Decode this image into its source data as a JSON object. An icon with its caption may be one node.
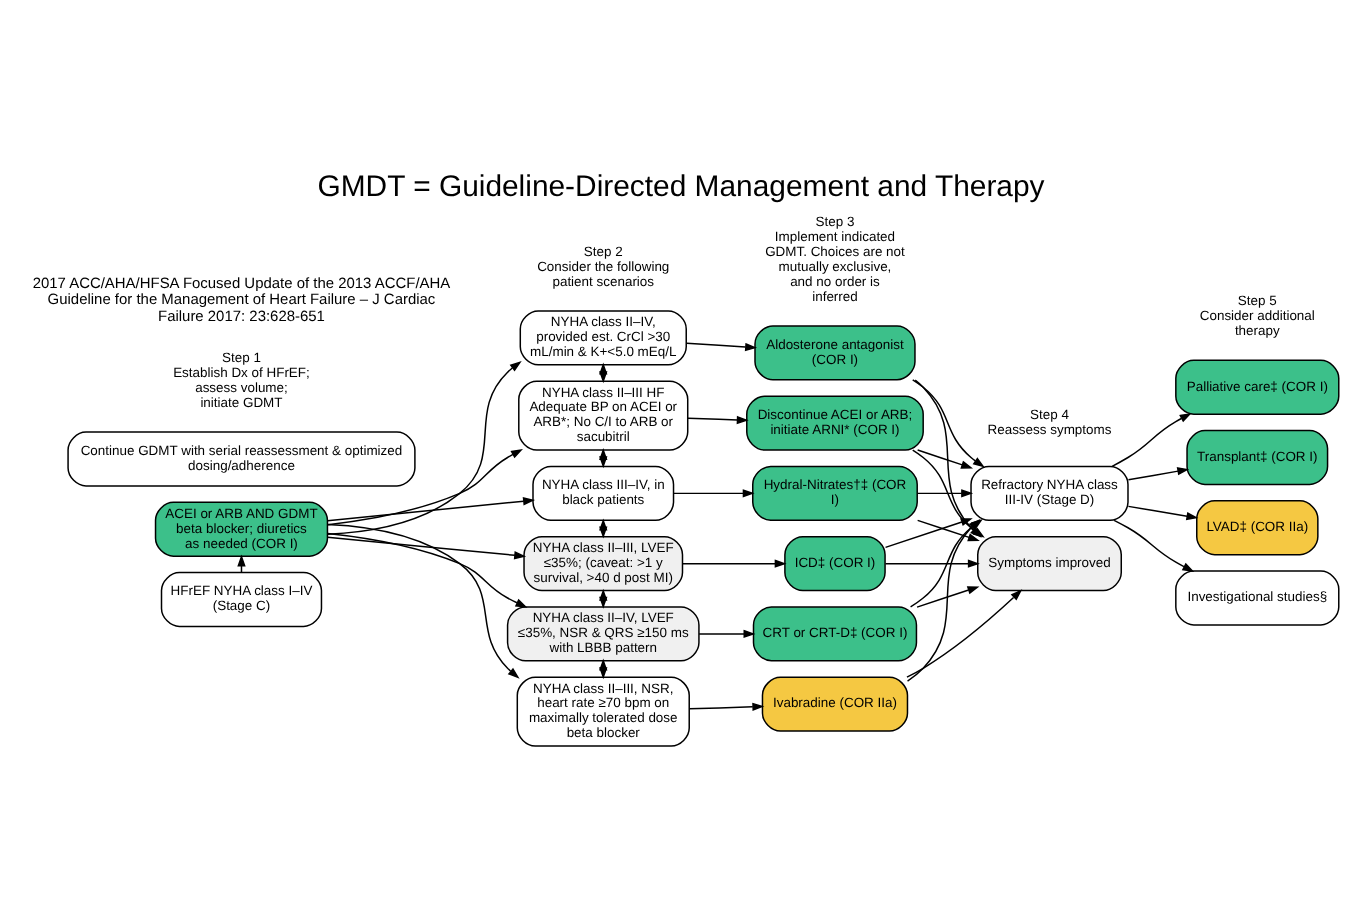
{
  "diagram": {
    "title": "GMDT = Guideline-Directed Management and Therapy",
    "nodes": [
      {
        "text": [
          "HFrEF NYHA class I–IV (Stage C)"
        ]
      },
      {
        "text": [
          "ACEI or ARB AND GDMT beta blocker; diuretics as needed (COR I)"
        ]
      },
      {
        "text": [
          "NYHA class II–IV, provided est. CrCl >30 mL/min & K+<5.0 mEq/L"
        ]
      },
      {
        "text": [
          "NYHA class II–III HF Adequate BP on ACEI or ARB*; No C/I to ARB or sacubitril"
        ]
      },
      {
        "text": [
          "NYHA class III–IV, in black patients"
        ]
      },
      {
        "text": [
          "NYHA class II–III, LVEF ≤35%; (caveat: >1 y survival, >40 d post MI)"
        ]
      },
      {
        "text": [
          "NYHA class II–IV, LVEF ≤35%, NSR & QRS ≥150 ms with LBBB pattern"
        ]
      },
      {
        "text": [
          "NYHA class II–III, NSR, heart rate ≥70 bpm on maximally tolerated dose beta blocker"
        ]
      },
      {
        "text": [
          "Aldosterone antagonist (COR I)"
        ]
      },
      {
        "text": [
          "Discontinue ACEI or ARB; initiate ARNI* (COR I)"
        ]
      },
      {
        "text": [
          "Hydral-Nitrates†‡ (COR I)"
        ]
      },
      {
        "text": [
          "ICD‡ (COR I)"
        ]
      },
      {
        "text": [
          "CRT or CRT-D‡ (COR I)"
        ]
      },
      {
        "text": [
          "Ivabradine (COR IIa)"
        ]
      },
      {
        "text": [
          "Refractory NYHA class III-IV (Stage D)"
        ]
      },
      {
        "text": [
          "Symptoms improved"
        ]
      },
      {
        "text": [
          "Palliative care‡ (COR I)"
        ]
      },
      {
        "text": [
          "Transplant‡ (COR I)"
        ]
      },
      {
        "text": [
          "LVAD‡ (COR IIa)"
        ]
      },
      {
        "text": [
          "Investigational studies§"
        ]
      },
      {
        "text": [
          "Continue GDMT with serial reassessment & optimized dosing/adherence"
        ]
      }
    ],
    "edges": [
      {
        "from": 0,
        "to": 1,
        "arrow": "to"
      },
      {
        "from": 1,
        "to": 2,
        "arrow": "to"
      },
      {
        "from": 1,
        "to": 3,
        "arrow": "to"
      },
      {
        "from": 1,
        "to": 4,
        "arrow": "to"
      },
      {
        "from": 1,
        "to": 5,
        "arrow": "to"
      },
      {
        "from": 1,
        "to": 6,
        "arrow": "to"
      },
      {
        "from": 1,
        "to": 7,
        "arrow": "to"
      },
      {
        "from": 2,
        "to": 3,
        "arrow": "both"
      },
      {
        "from": 3,
        "to": 4,
        "arrow": "both"
      },
      {
        "from": 4,
        "to": 5,
        "arrow": "both"
      },
      {
        "from": 5,
        "to": 6,
        "arrow": "both"
      },
      {
        "from": 6,
        "to": 7,
        "arrow": "both"
      },
      {
        "from": 2,
        "to": 8,
        "arrow": "to"
      },
      {
        "from": 3,
        "to": 9,
        "arrow": "to"
      },
      {
        "from": 4,
        "to": 10,
        "arrow": "to"
      },
      {
        "from": 5,
        "to": 11,
        "arrow": "to"
      },
      {
        "from": 6,
        "to": 12,
        "arrow": "to"
      },
      {
        "from": 7,
        "to": 13,
        "arrow": "to"
      },
      {
        "from": 8,
        "to": 14,
        "arrow": "to"
      },
      {
        "from": 9,
        "to": 14,
        "arrow": "to"
      },
      {
        "from": 10,
        "to": 14,
        "arrow": "to"
      },
      {
        "from": 11,
        "to": 14,
        "arrow": "to"
      },
      {
        "from": 12,
        "to": 14,
        "arrow": "to"
      },
      {
        "from": 13,
        "to": 14,
        "arrow": "to"
      },
      {
        "from": 8,
        "to": 15,
        "arrow": "to"
      },
      {
        "from": 9,
        "to": 15,
        "arrow": "to"
      },
      {
        "from": 10,
        "to": 15,
        "arrow": "to"
      },
      {
        "from": 11,
        "to": 15,
        "arrow": "to"
      },
      {
        "from": 12,
        "to": 15,
        "arrow": "to"
      },
      {
        "from": 13,
        "to": 15,
        "arrow": "to"
      },
      {
        "from": 14,
        "to": 16,
        "arrow": "to"
      },
      {
        "from": 14,
        "to": 17,
        "arrow": "to"
      },
      {
        "from": 14,
        "to": 18,
        "arrow": "to"
      },
      {
        "from": 14,
        "to": 19,
        "arrow": "to"
      }
    ],
    "labels": [
      "Step 1",
      "Establish Dx of HFrEF; assess volume; initiate GDMT",
      "Step 2",
      "Consider the following patient scenarios",
      "Step 3",
      "Implement indicated GDMT. Choices are not mutually exclusive, and no order is inferred",
      "Step 4",
      "Reassess symptoms",
      "Step 5",
      "Consider additional therapy",
      "2017 ACC/AHA/HFSA Focused Update of the 2013 ACCF/AHA Guideline for the Management of Heart Failure – J Cardiac Failure 2017: 23:628-651"
    ]
  }
}
